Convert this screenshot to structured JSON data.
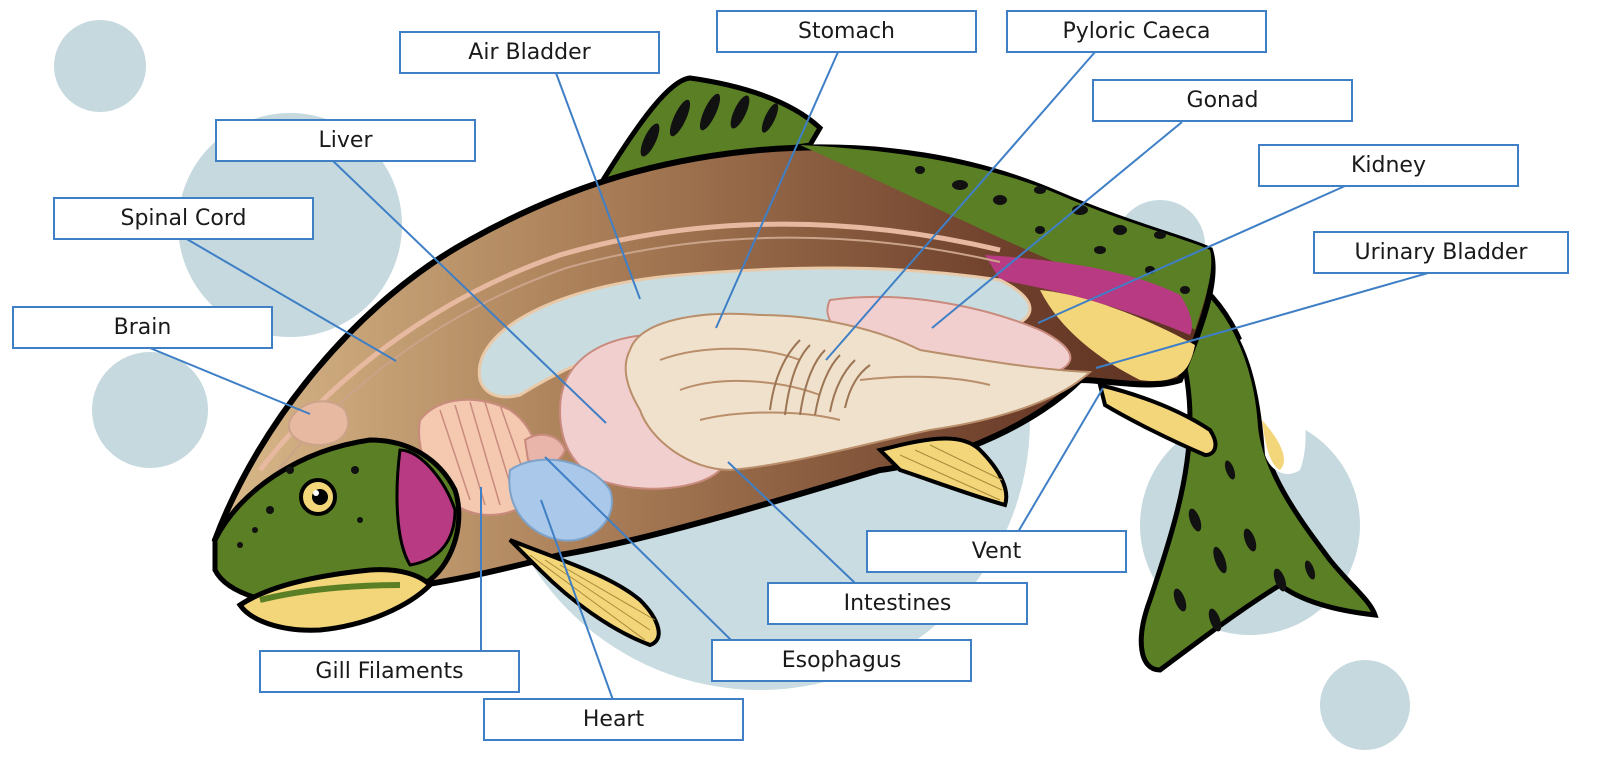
{
  "diagram": {
    "labels": {
      "stomach": "Stomach",
      "pyloric_caeca": "Pyloric Caeca",
      "air_bladder": "Air Bladder",
      "gonad": "Gonad",
      "liver": "Liver",
      "kidney": "Kidney",
      "spinal_cord": "Spinal Cord",
      "urinary_bladder": "Urinary Bladder",
      "brain": "Brain",
      "vent": "Vent",
      "intestines": "Intestines",
      "esophagus": "Esophagus",
      "gill_filaments": "Gill Filaments",
      "heart": "Heart"
    },
    "colors": {
      "leader_line": "#3f7fc6",
      "box_border": "#3f7fc6",
      "background_circle": "#c5d9df",
      "skin_green": "#5b7f24",
      "body_brown": "#7a4a33",
      "air_bladder": "#c9dde0",
      "organ_pink": "#f2cfcf",
      "intestine_cream": "#f0e1cc",
      "kidney_magenta": "#b83a82",
      "fin_yellow": "#f4d67a",
      "heart_blue": "#a9c8ea"
    }
  }
}
